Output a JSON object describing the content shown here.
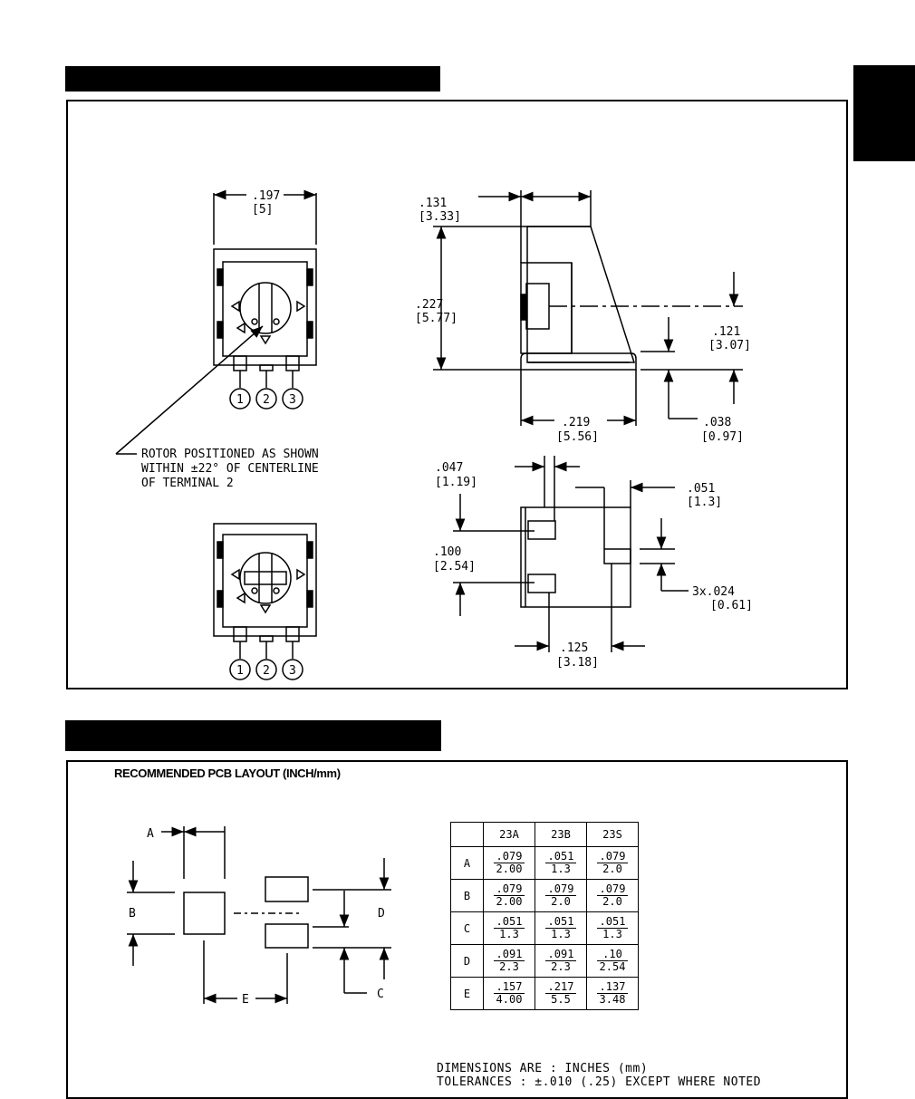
{
  "drawing": {
    "width_dim": {
      "inch": ".197",
      "mm": "[5]"
    },
    "height_top_dim": {
      "inch": ".131",
      "mm": "[3.33]"
    },
    "height_side_dim": {
      "inch": ".227",
      "mm": "[5.77]"
    },
    "offset_dim": {
      "inch": ".121",
      "mm": "[3.07]"
    },
    "depth_dim": {
      "inch": ".219",
      "mm": "[5.56]"
    },
    "lead_dim": {
      "inch": ".038",
      "mm": "[0.97]"
    },
    "pin_offset_dim": {
      "inch": ".047",
      "mm": "[1.19]"
    },
    "pin_width_dim": {
      "inch": ".051",
      "mm": "[1.3]"
    },
    "pin_pitch_dim": {
      "inch": ".100",
      "mm": "[2.54]"
    },
    "lead_thick_dim": {
      "inch": "3x.024",
      "mm": "[0.61]"
    },
    "lead_span_dim": {
      "inch": ".125",
      "mm": "[3.18]"
    },
    "terminals": [
      "1",
      "2",
      "3"
    ],
    "rotor_note": [
      "ROTOR POSITIONED AS SHOWN",
      "WITHIN ±22° OF CENTERLINE",
      "OF TERMINAL 2"
    ]
  },
  "pcb": {
    "title": "RECOMMENDED PCB LAYOUT (INCH/mm)",
    "labels": {
      "a": "A",
      "b": "B",
      "c": "C",
      "d": "D",
      "e": "E"
    },
    "table": {
      "columns": [
        "23A",
        "23B",
        "23S"
      ],
      "rows": [
        {
          "label": "A",
          "cells": [
            {
              "in": ".079",
              "mm": "2.00"
            },
            {
              "in": ".051",
              "mm": "1.3"
            },
            {
              "in": ".079",
              "mm": "2.0"
            }
          ]
        },
        {
          "label": "B",
          "cells": [
            {
              "in": ".079",
              "mm": "2.00"
            },
            {
              "in": ".079",
              "mm": "2.0"
            },
            {
              "in": ".079",
              "mm": "2.0"
            }
          ]
        },
        {
          "label": "C",
          "cells": [
            {
              "in": ".051",
              "mm": "1.3"
            },
            {
              "in": ".051",
              "mm": "1.3"
            },
            {
              "in": ".051",
              "mm": "1.3"
            }
          ]
        },
        {
          "label": "D",
          "cells": [
            {
              "in": ".091",
              "mm": "2.3"
            },
            {
              "in": ".091",
              "mm": "2.3"
            },
            {
              "in": ".10",
              "mm": "2.54"
            }
          ]
        },
        {
          "label": "E",
          "cells": [
            {
              "in": ".157",
              "mm": "4.00"
            },
            {
              "in": ".217",
              "mm": "5.5"
            },
            {
              "in": ".137",
              "mm": "3.48"
            }
          ]
        }
      ]
    },
    "notes": [
      "DIMENSIONS ARE : INCHES (mm)",
      "TOLERANCES : ±.010 (.25) EXCEPT WHERE NOTED"
    ]
  }
}
